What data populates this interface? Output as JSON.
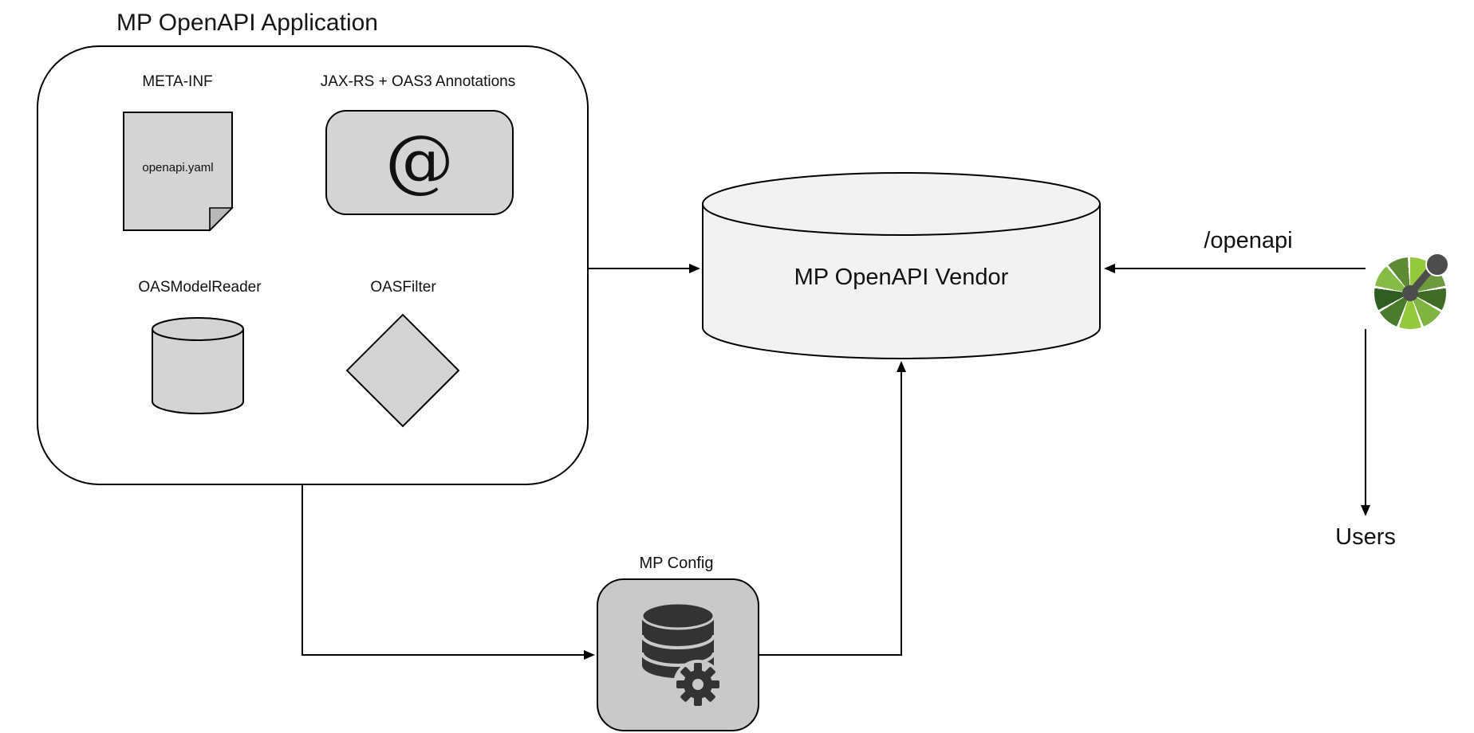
{
  "title": "MP OpenAPI Application",
  "app": {
    "meta_inf_label": "META-INF",
    "openapi_yaml": "openapi.yaml",
    "annotations_label": "JAX-RS + OAS3 Annotations",
    "annotation_symbol": "@",
    "model_reader_label": "OASModelReader",
    "filter_label": "OASFilter"
  },
  "vendor": {
    "label": "MP OpenAPI Vendor"
  },
  "endpoint": {
    "label": "/openapi"
  },
  "users": {
    "label": "Users"
  },
  "config": {
    "label": "MP Config"
  },
  "colors": {
    "shape_fill": "#d4d4d4",
    "vendor_fill": "#f2f2f2",
    "config_fill": "#c9c9c9",
    "icon_dark": "#333333",
    "openapi_green": "#94c93d",
    "handle_gray": "#4d4d4d",
    "line_black": "#000000"
  }
}
